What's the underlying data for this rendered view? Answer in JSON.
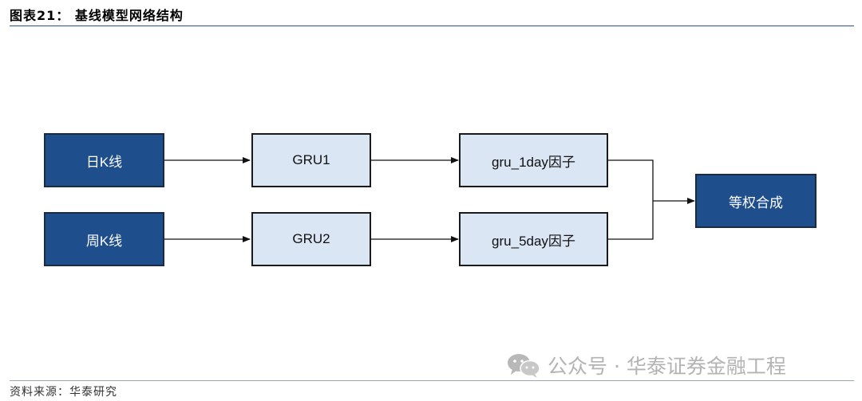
{
  "header": {
    "title": "图表21：  基线模型网络结构"
  },
  "nodes": {
    "daily_k": "日K线",
    "weekly_k": "周K线",
    "gru1": "GRU1",
    "gru2": "GRU2",
    "factor_1day": "gru_1day因子",
    "factor_5day": "gru_5day因子",
    "equal_weight": "等权合成"
  },
  "watermark": {
    "text": "公众号 · 华泰证券金融工程",
    "icon": "wechat-icon"
  },
  "footer": {
    "source": "资料来源：华泰研究"
  },
  "colors": {
    "dark_node": "#1f4e8c",
    "light_node": "#dbe6f4",
    "rule": "#2b5189"
  }
}
